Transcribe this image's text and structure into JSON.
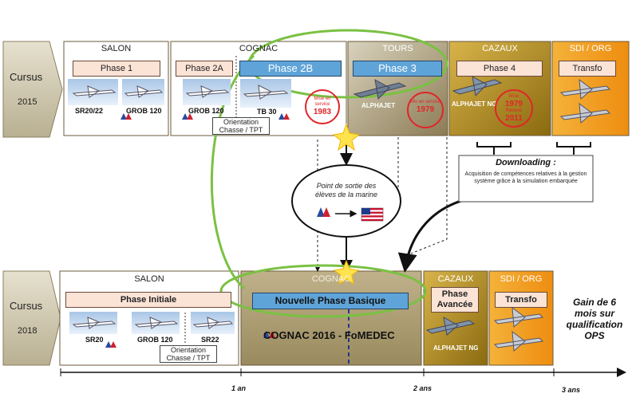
{
  "top": {
    "cursus_label": "Cursus",
    "year": "2015",
    "salon": {
      "header": "SALON",
      "phase": "Phase 1",
      "aircraft": [
        "SR20/22",
        "GROB 120"
      ]
    },
    "cognac": {
      "header": "COGNAC",
      "phase_2a": "Phase 2A",
      "phase_2b": "Phase 2B",
      "aircraft": [
        "GROB 120",
        "TB 30"
      ],
      "orientation": "Orientation\nChasse / TPT",
      "stamp": {
        "text": "Mise en service",
        "year": "1983"
      }
    },
    "tours": {
      "header": "TOURS",
      "phase": "Phase 3",
      "aircraft": "ALPHAJET",
      "stamp": {
        "text": "Mis en service",
        "year": "1979"
      }
    },
    "cazaux": {
      "header": "CAZAUX",
      "phase": "Phase 4",
      "aircraft": "ALPHAJET NG",
      "stamp": {
        "text1": "Mise",
        "year1": "1979",
        "text2": "Rénové",
        "year2": "2011"
      }
    },
    "sdi": {
      "header": "SDI / ORG",
      "phase": "Transfo"
    }
  },
  "middle": {
    "exit_point": "Point de sortie des élèves de la marine",
    "downloading_title": "Downloading :",
    "downloading_text": "Acquisition de compétences relatives à la gestion système grâce à la simulation embarquée"
  },
  "bottom": {
    "cursus_label": "Cursus",
    "year": "2018",
    "salon": {
      "header": "SALON",
      "phase": "Phase Initiale",
      "aircraft": [
        "SR20",
        "GROB 120",
        "SR22"
      ],
      "orientation": "Orientation\nChasse / TPT"
    },
    "cognac": {
      "header": "COGNAC",
      "phase": "Nouvelle Phase Basique",
      "caption": "COGNAC 2016 - FoMEDEC"
    },
    "cazaux": {
      "header": "CAZAUX",
      "phase": "Phase\nAvancée",
      "aircraft": "ALPHAJET NG"
    },
    "sdi": {
      "header": "SDI / ORG",
      "phase": "Transfo"
    },
    "gain": "Gain de 6\nmois sur\nqualification\nOPS"
  },
  "timeline": {
    "ticks": [
      "1 an",
      "2 ans",
      "3 ans"
    ]
  },
  "colors": {
    "green_ellipse": "#7ac143",
    "arrow_box": "#c9c2a8",
    "salon_bg": "#ffffff",
    "cognac_top": "#ffffff",
    "tours_bg": "#a89a78",
    "cazaux_bg": "#c8a02a",
    "sdi_bg": "#f0a020",
    "cognac_bottom": "#a89a70",
    "stamp_red": "#e0262a"
  }
}
